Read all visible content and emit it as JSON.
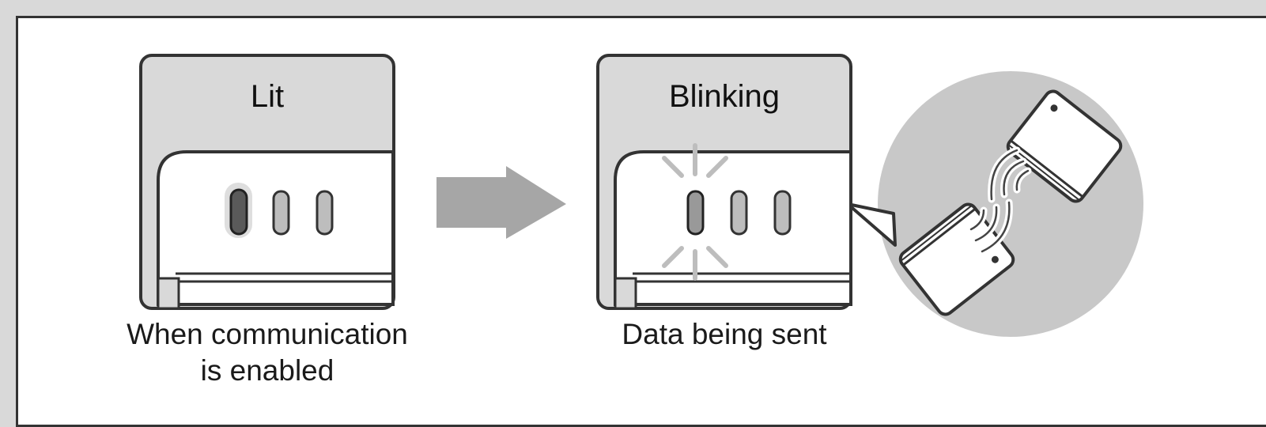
{
  "diagram": {
    "left_state_label": "Lit",
    "right_state_label": "Blinking",
    "left_caption_line1": "When communication",
    "left_caption_line2": "is enabled",
    "right_caption": "Data being sent",
    "colors": {
      "background": "#d9d9d9",
      "panel": "#ffffff",
      "outline": "#333333",
      "device_header": "#d9d9d9",
      "arrow": "#a6a6a6",
      "circle": "#c8c8c8",
      "led_lit": "#5a5a5a",
      "led_idle": "#bdbdbd"
    },
    "icons": [
      "right-arrow-icon",
      "blink-rays-icon",
      "wireless-signal-icon",
      "handheld-console-icon"
    ]
  }
}
